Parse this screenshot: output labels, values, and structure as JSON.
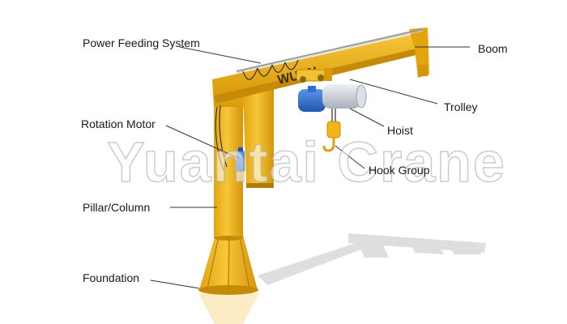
{
  "labels": {
    "power_feeding_system": "Power Feeding System",
    "boom": "Boom",
    "trolley": "Trolley",
    "rotation_motor": "Rotation Motor",
    "hoist": "Hoist",
    "hook_group": "Hook Group",
    "pillar_column": "Pillar/Column",
    "foundation": "Foundation"
  },
  "watermark": "Yuantai Crane",
  "colors": {
    "crane_yellow": "#F2B416",
    "crane_shadow": "#D99A0A",
    "hoist_blue": "#2D6FD1",
    "hoist_silver": "#C9CED6",
    "leader_line": "#333333",
    "ground_shadow": "#D6D6D6"
  }
}
